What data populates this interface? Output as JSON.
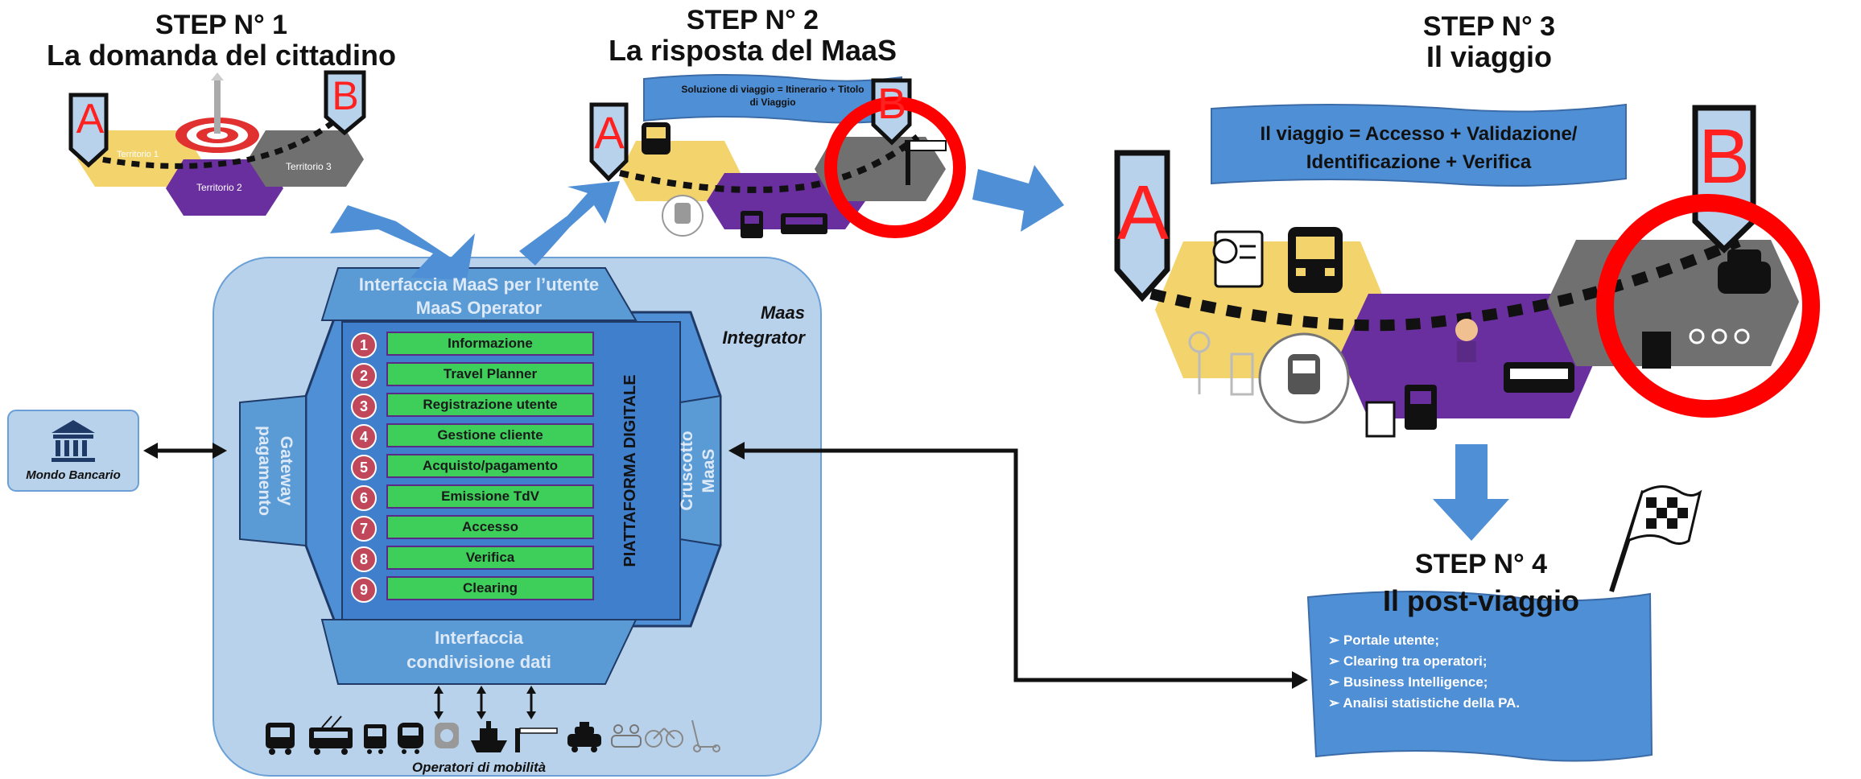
{
  "step1": {
    "title": "STEP N° 1",
    "subtitle": "La domanda del cittadino",
    "point_a": "A",
    "point_b": "B",
    "territories": [
      "Territorio 1",
      "Territorio 2",
      "Territorio 3"
    ]
  },
  "step2": {
    "title": "STEP N° 2",
    "subtitle": "La risposta del MaaS",
    "point_a": "A",
    "point_b": "B",
    "banner_line1": "Soluzione di viaggio = Itinerario + Titolo",
    "banner_line2": "di Viaggio"
  },
  "step3": {
    "title": "STEP N° 3",
    "subtitle": "Il viaggio",
    "point_a": "A",
    "point_b": "B",
    "banner_line1": "Il viaggio = Accesso + Validazione/",
    "banner_line2": "Identificazione + Verifica"
  },
  "step4": {
    "title": "STEP N° 4",
    "subtitle": "Il post-viaggio",
    "bullets": [
      "Portale utente;",
      "Clearing tra operatori;",
      "Business Intelligence;",
      "Analisi statistiche della PA."
    ]
  },
  "platform": {
    "maas_integrator_line1": "Maas",
    "maas_integrator_line2": "Integrator",
    "interfaccia_utente_line1": "Interfaccia MaaS per l’utente",
    "interfaccia_utente_line2": "MaaS Operator",
    "gateway_line1": "Gateway",
    "gateway_line2": "pagamento",
    "cruscotto_line1": "Cruscotto",
    "cruscotto_line2": "MaaS",
    "piattaforma": "PIATTAFORMA DIGITALE",
    "interfaccia_dati_line1": "Interfaccia",
    "interfaccia_dati_line2": "condivisione dati",
    "operatori": "Operatori di mobilità",
    "functions": [
      {
        "num": "1",
        "label": "Informazione"
      },
      {
        "num": "2",
        "label": "Travel Planner"
      },
      {
        "num": "3",
        "label": "Registrazione utente"
      },
      {
        "num": "4",
        "label": "Gestione cliente"
      },
      {
        "num": "5",
        "label": "Acquisto/pagamento"
      },
      {
        "num": "6",
        "label": "Emissione TdV"
      },
      {
        "num": "7",
        "label": "Accesso"
      },
      {
        "num": "8",
        "label": "Verifica"
      },
      {
        "num": "9",
        "label": "Clearing"
      }
    ]
  },
  "bank": {
    "label": "Mondo Bancario",
    "icon": "bank-icon"
  },
  "colors": {
    "blue": "#4f8fd6",
    "light_blue": "#b9d2ec",
    "mid_blue": "#5b9bd5",
    "purple": "#6a2f9e",
    "yellow": "#f3d36b",
    "gray": "#707070",
    "green": "#3ecf5a",
    "red": "#ff0000",
    "num_red": "#c0485a"
  }
}
